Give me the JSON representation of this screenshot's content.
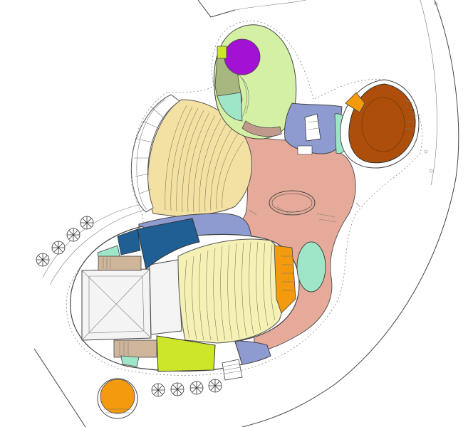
{
  "colors": {
    "background": "#ffffff",
    "foyer_salmon": "#e6aa9a",
    "lobby_blue": "#8d9bd0",
    "main_hall_seating": "#f5f0b4",
    "rehearsal_seating": "#f3e1a3",
    "stage_white": "#f4f4f4",
    "dark_blue_room": "#1f5f93",
    "lime_green_room": "#cde62a",
    "mint_room": "#9fe6c8",
    "light_green_room": "#d4f0a4",
    "olive_room": "#a8b680",
    "purple_room": "#a311d4",
    "brown_hall": "#ad4f0b",
    "orange_room": "#f39a0d",
    "tan_room": "#cfb69b",
    "tree_symbol": "#333333"
  },
  "icons": [
    "tree-symbol",
    "stair-symbol",
    "seat-row-symbol"
  ]
}
